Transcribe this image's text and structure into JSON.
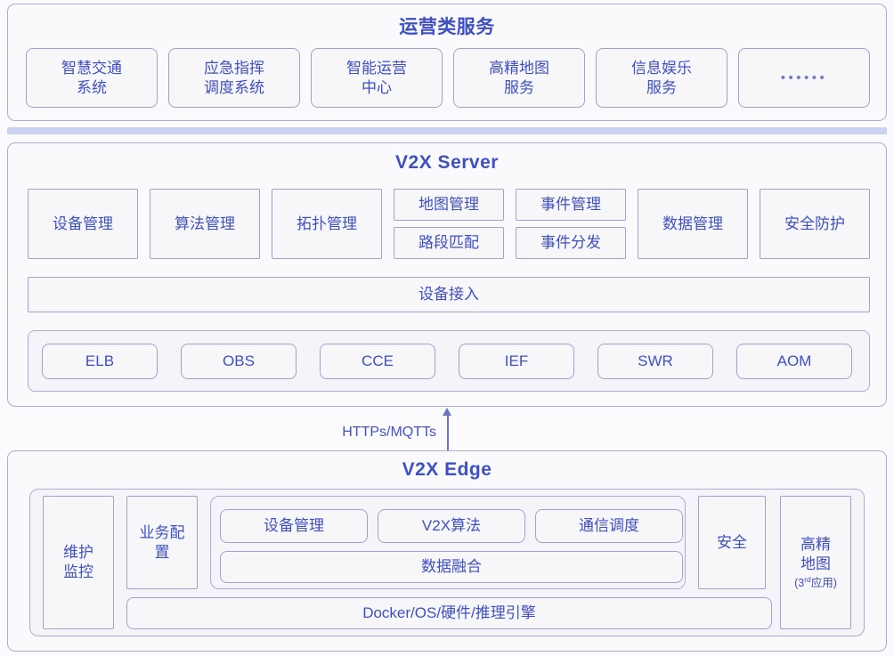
{
  "colors": {
    "accent": "#3f4fc4",
    "border": "#9aa3d2",
    "panel_border": "#a8aed8",
    "divider": "#ccd3f2",
    "page_bg": "#fbfbfd",
    "box_fill": "#f7f7fa",
    "group_fill": "#f4f4f9"
  },
  "operations": {
    "title": "运营类服务",
    "items": [
      {
        "label": "智慧交通\n系统"
      },
      {
        "label": "应急指挥\n调度系统"
      },
      {
        "label": "智能运营\n中心"
      },
      {
        "label": "高精地图\n服务"
      },
      {
        "label": "信息娱乐\n服务"
      },
      {
        "label": "••••••"
      }
    ]
  },
  "server": {
    "title": "V2X Server",
    "modules": [
      {
        "label": "设备管理"
      },
      {
        "label": "算法管理"
      },
      {
        "label": "拓扑管理"
      }
    ],
    "stacked": [
      {
        "top": "地图管理",
        "bottom": "路段匹配"
      },
      {
        "top": "事件管理",
        "bottom": "事件分发"
      }
    ],
    "modules_tail": [
      {
        "label": "数据管理"
      },
      {
        "label": "安全防护"
      }
    ],
    "access_bar": "设备接入",
    "cloud_services": [
      {
        "label": "ELB"
      },
      {
        "label": "OBS"
      },
      {
        "label": "CCE"
      },
      {
        "label": "IEF"
      },
      {
        "label": "SWR"
      },
      {
        "label": "AOM"
      }
    ]
  },
  "connector": {
    "label": "HTTPs/MQTTs",
    "direction": "up"
  },
  "edge": {
    "title": "V2X Edge",
    "left_column": {
      "label": "维护\n监控"
    },
    "second_column": {
      "label": "业务配\n置"
    },
    "center_top": [
      {
        "label": "设备管理"
      },
      {
        "label": "V2X算法"
      },
      {
        "label": "通信调度"
      }
    ],
    "center_bottom": {
      "label": "数据融合"
    },
    "security": {
      "label": "安全"
    },
    "hdmap": {
      "label": "高精\n地图",
      "note_prefix": "(3",
      "note_sup": "rd",
      "note_suffix": "应用)"
    },
    "platform_bar": "Docker/OS/硬件/推理引擎"
  }
}
